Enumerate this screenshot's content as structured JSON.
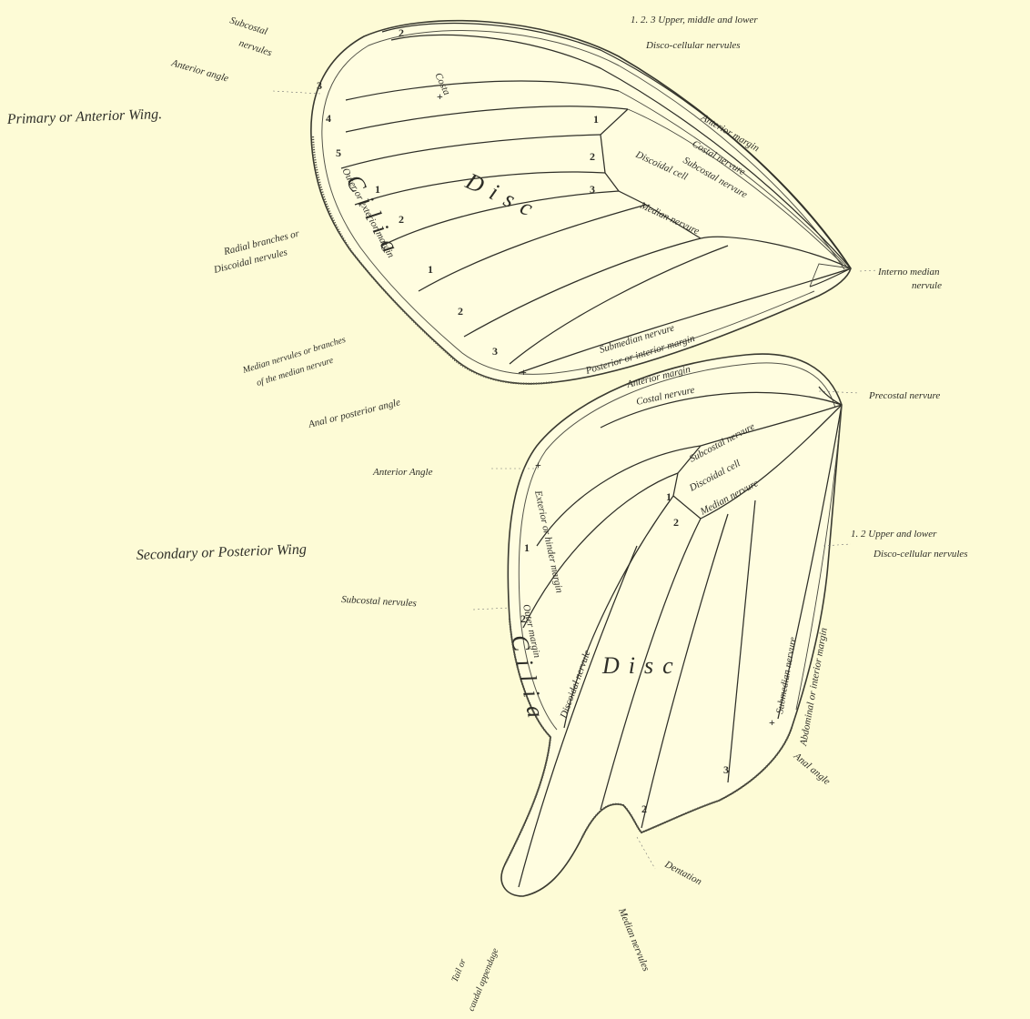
{
  "figure": {
    "titles": {
      "primary": "Primary or Anterior Wing.",
      "secondary": "Secondary or Posterior Wing"
    },
    "primary_labels": {
      "subcostal_nervules": [
        "Subcostal",
        "nervules"
      ],
      "anterior_angle": "Anterior angle",
      "disco_cellular": [
        "1. 2. 3 Upper, middle and lower",
        "Disco-cellular nervules"
      ],
      "costa": "Costa",
      "anterior_margin": "Anterior margin",
      "costal_nervure": "Costal nervure",
      "subcostal_nervure": "Subcostal nervure",
      "discoidal_cell": "Discoidal cell",
      "median_nervure": "Median nervure",
      "disc": "Disc",
      "cilia": "Cilia",
      "outer_margin": "Outer or exterior margin",
      "radial_branches": [
        "Radial branches or",
        "Discoidal nervules"
      ],
      "median_nervules": [
        "Median nervules or branches",
        "of the median nervure"
      ],
      "internomedian": [
        "Interno median",
        "nervule"
      ],
      "submedian_nervure": "Submedian nervure",
      "posterior_margin": "Posterior or interior margin",
      "anal_posterior_angle": "Anal or posterior angle",
      "numbers": [
        "2",
        "3",
        "4",
        "5",
        "1",
        "2",
        "1",
        "2",
        "3",
        "1",
        "2",
        "3",
        "+",
        "+"
      ]
    },
    "secondary_labels": {
      "anterior_margin": "Anterior margin",
      "costal_nervure": "Costal nervure",
      "precostal": "Precostal nervure",
      "anterior_angle": "Anterior Angle",
      "subcostal_nervure": "Subcostal nervure",
      "discoidal_cell": "Discoidal cell",
      "median_nervure": "Median nervure",
      "disco_cellular": [
        "1. 2 Upper and lower",
        "Disco-cellular nervules"
      ],
      "exterior_margin": "Exterior or hinder margin",
      "subcostal_nervules": "Subcostal nervules",
      "discoidal_nervule": "Discoidal nervule",
      "disc": "Disc",
      "outer_margin": "Outer margin",
      "cilia": "Cilia",
      "submedian_nervure": "Submedian nervure",
      "abdominal_margin": "Abdominal or interior margin",
      "anal_angle": "Anal angle",
      "dentation": "Dentation",
      "median_nervules": "Median nervules",
      "tail": [
        "Tail or",
        "caudal appendage"
      ],
      "numbers": [
        "1",
        "2",
        "1",
        "2",
        "3",
        "2",
        "+",
        "+"
      ]
    }
  }
}
